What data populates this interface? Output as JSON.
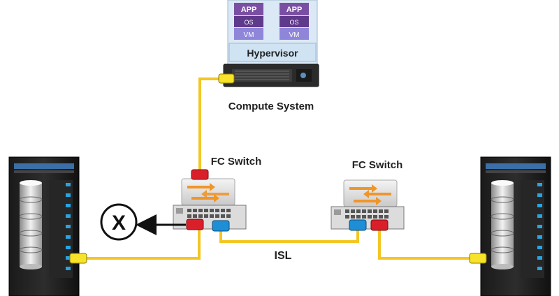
{
  "compute_system": {
    "vms": [
      {
        "app": "APP",
        "os": "OS",
        "vm": "VM"
      },
      {
        "app": "APP",
        "os": "OS",
        "vm": "VM"
      }
    ],
    "hypervisor_label": "Hypervisor",
    "label": "Compute System"
  },
  "switches": {
    "left_label": "FC Switch",
    "right_label": "FC Switch"
  },
  "isl_label": "ISL",
  "failure_marker": "X",
  "colors": {
    "cable": "#f3c623",
    "port_yellow": "#f7e32a",
    "port_red": "#d9202a",
    "port_blue": "#1e8fd6",
    "arrow_orange": "#f0952a",
    "app_purple": "#7a4fa3",
    "os_purple": "#5f3a8c",
    "vm_violet": "#8f86d9",
    "hypervisor_bg": "#d5e7f5"
  }
}
